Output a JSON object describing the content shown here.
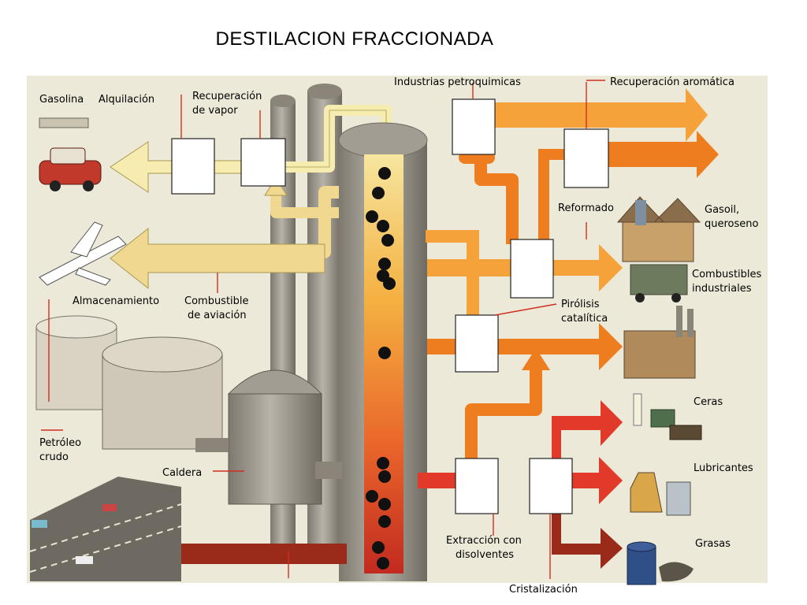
{
  "title": "DESTILACION FRACCIONADA",
  "labels": {
    "gasolina": "Gasolina",
    "alquilacion": "Alquilación",
    "recuperacion_vapor_1": "Recuperación",
    "recuperacion_vapor_2": "de vapor",
    "industrias": "Industrias petroquimicas",
    "recuperacion_aromatica": "Recuperación aromática",
    "reformado": "Reformado",
    "gasoil_1": "Gasoil,",
    "gasoil_2": "queroseno",
    "combustibles_1": "Combustibles",
    "combustibles_2": "industriales",
    "pirolisis_1": "Pirólisis",
    "pirolisis_2": "catalítica",
    "almacenamiento": "Almacenamiento",
    "combustible_aviacion_1": "Combustible",
    "combustible_aviacion_2": "de aviación",
    "petroleo_1": "Petróleo",
    "petroleo_2": "crudo",
    "caldera": "Caldera",
    "ceras": "Ceras",
    "lubricantes": "Lubricantes",
    "grasas": "Grasas",
    "extraccion_1": "Extracción con",
    "extraccion_2": "disolventes",
    "cristalizacion": "Cristalización"
  },
  "colors": {
    "panel": "#ece9d8",
    "gasoline_pipe": "#f7ecb0",
    "aviation_pipe": "#f0d890",
    "orange_pipe": "#f5a23a",
    "dark_orange_pipe": "#ee7d20",
    "red_pipe": "#e23a2a",
    "dark_red_pipe": "#9a2a1a",
    "tower": "#9b968c",
    "box": "#ffffff"
  }
}
